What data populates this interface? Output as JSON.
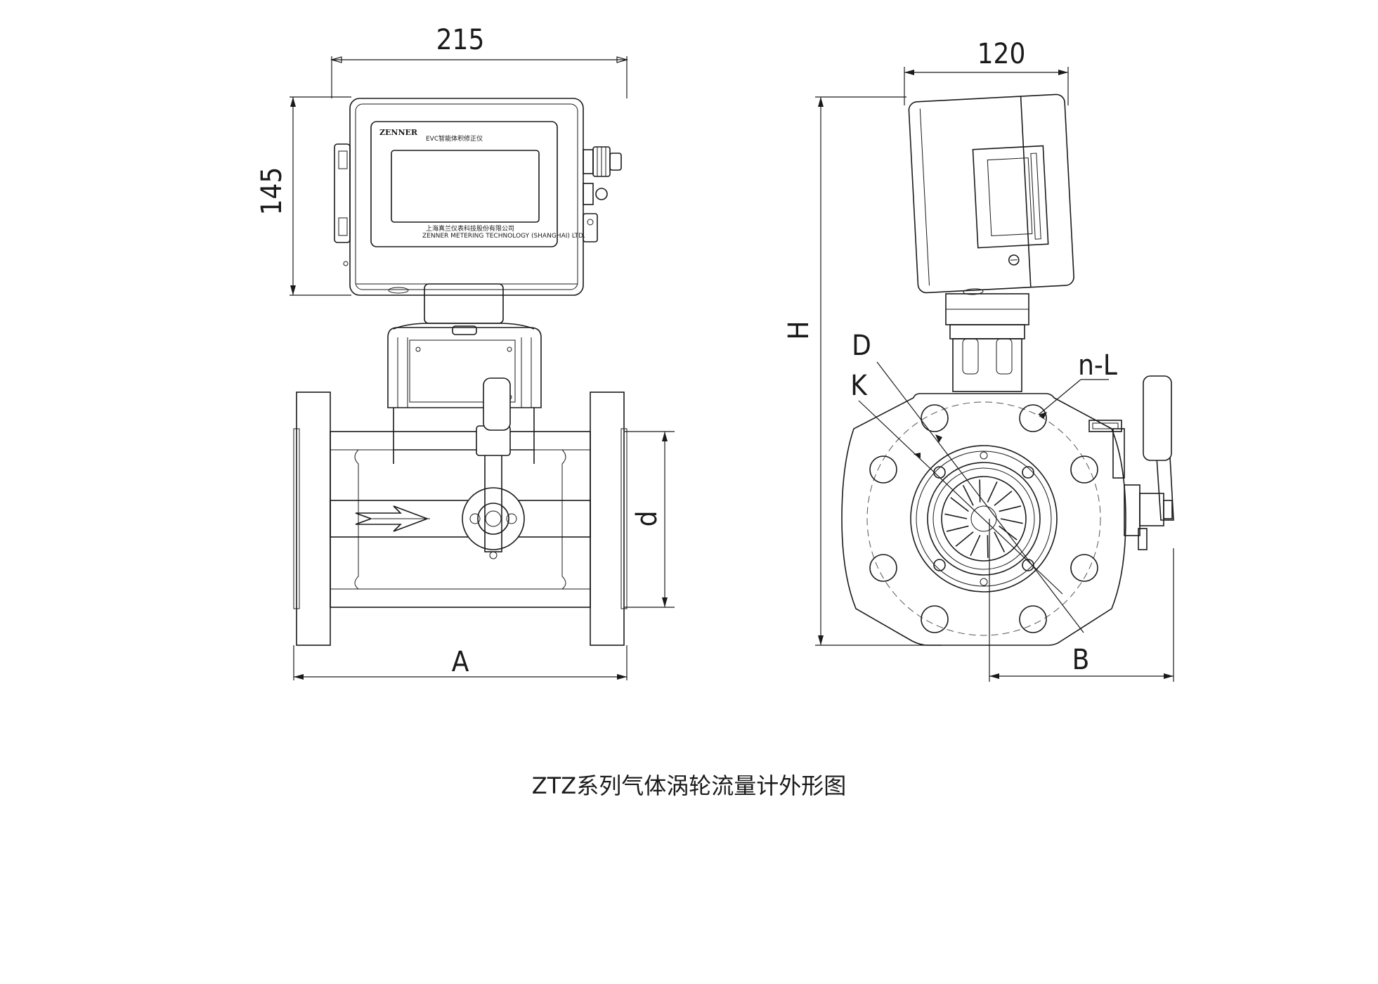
{
  "caption": "ZTZ系列气体涡轮流量计外形图",
  "front_view": {
    "dim_width": "215",
    "dim_height": "145",
    "dim_length": "A",
    "dim_bore": "d",
    "brand": "ZENNER",
    "device_name": "EVC智能体积修正仪",
    "maker_cn": "上海真兰仪表科技股份有限公司",
    "maker_en": "ZENNER METERING TECHNOLOGY (SHANGHAI) LTD."
  },
  "side_view": {
    "dim_width": "120",
    "dim_height": "H",
    "dim_flange_od": "D",
    "dim_bolt_circle": "K",
    "dim_holes": "n-L",
    "dim_offset": "B"
  }
}
